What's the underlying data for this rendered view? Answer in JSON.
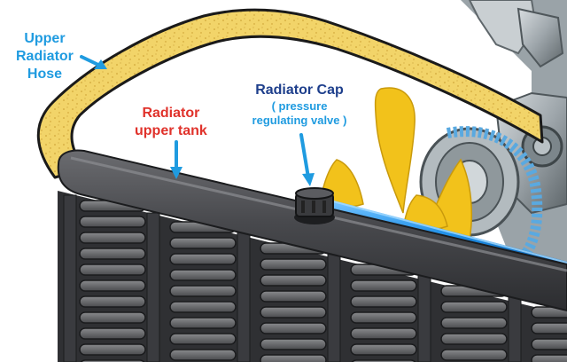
{
  "labels": {
    "upper_hose": [
      "Upper",
      "Radiator",
      "Hose"
    ],
    "upper_tank": [
      "Radiator",
      "upper tank"
    ],
    "cap_title": "Radiator Cap",
    "cap_desc": [
      "( pressure",
      "regulating valve )"
    ]
  },
  "colors": {
    "hose_label": "#1f9be0",
    "tank_label": "#e0322b",
    "cap_label": "#1e3f8c",
    "hose_fill": "#f2d469",
    "radiator_dark": "#3f4044",
    "fan_blade": "#f2c21b",
    "coolant_pipe": "#1f8fe6",
    "belt": "#5aa9e0"
  }
}
